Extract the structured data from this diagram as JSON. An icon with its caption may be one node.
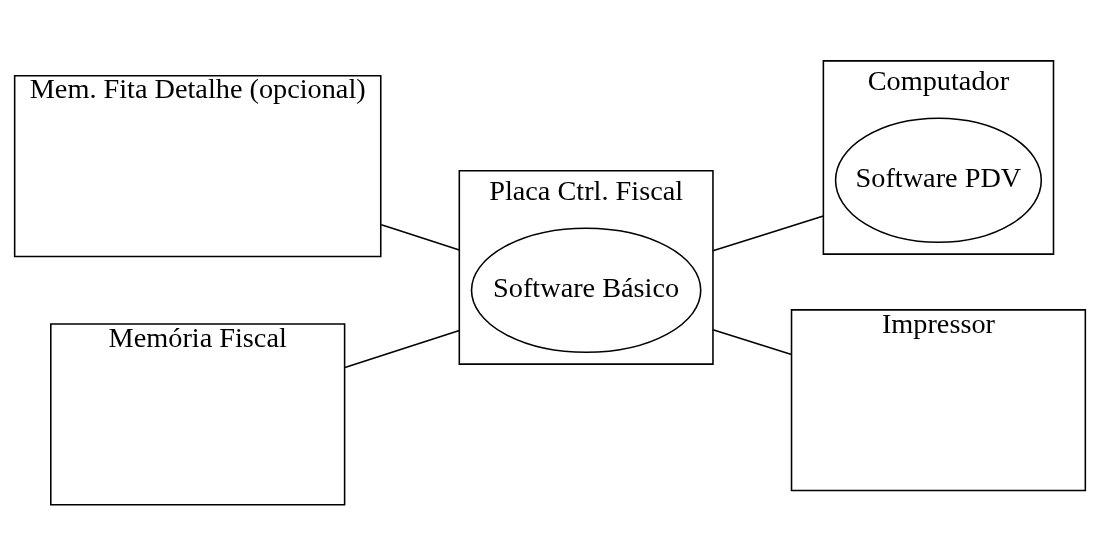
{
  "diagram": {
    "nodes": [
      {
        "text": [
          "Mem. Fita Detalhe (opcional)"
        ]
      },
      {
        "text": [
          "Placa Ctrl. Fiscal"
        ]
      },
      {
        "text": [
          "Software Básico"
        ],
        "in": 1
      },
      {
        "text": [
          "Computador"
        ]
      },
      {
        "text": [
          "Software PDV"
        ],
        "in": 3
      },
      {
        "text": [
          "Memória Fiscal"
        ]
      },
      {
        "text": [
          "Impressor"
        ]
      }
    ],
    "edges": [
      {
        "from": 0,
        "to": 1,
        "arrow": "none"
      },
      {
        "from": 1,
        "to": 3,
        "arrow": "none"
      },
      {
        "from": 5,
        "to": 1,
        "arrow": "none"
      },
      {
        "from": 1,
        "to": 6,
        "arrow": "none"
      }
    ]
  }
}
